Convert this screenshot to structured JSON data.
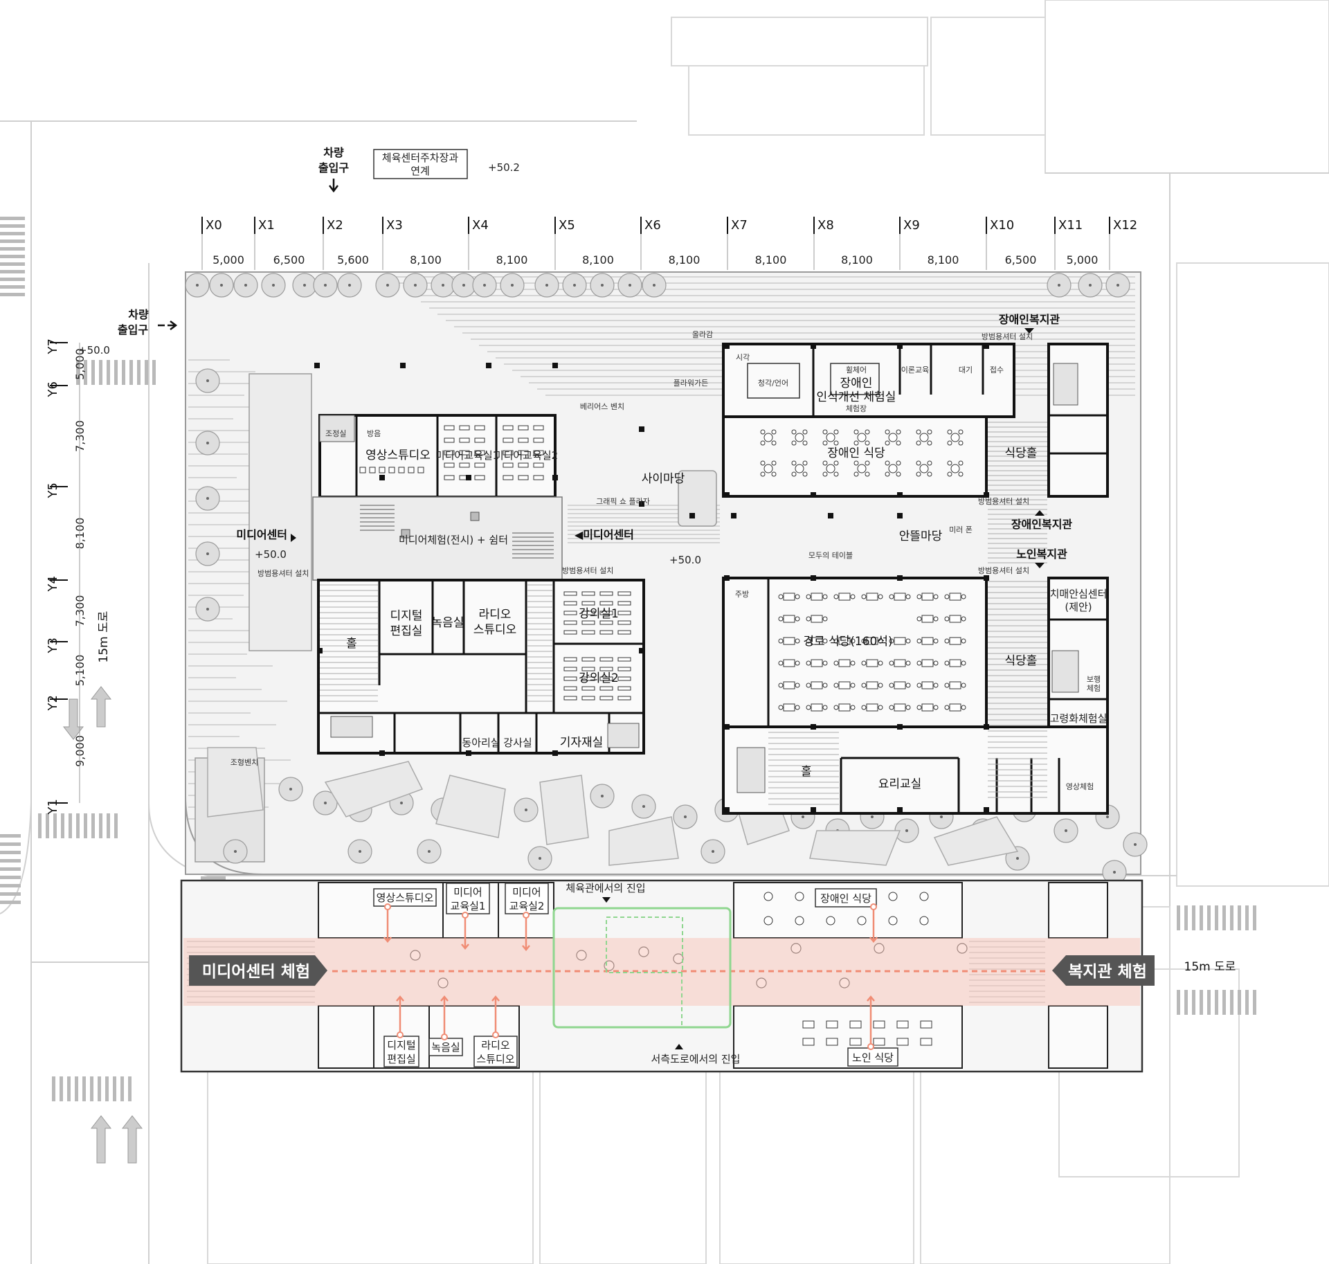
{
  "top_labels": {
    "vehicle_entrance_top": [
      "차량",
      "출입구"
    ],
    "parking_link": [
      "체육센터주차장과",
      "연계"
    ],
    "elevation_top": "+50.2"
  },
  "grid_x": {
    "labels": [
      "X0",
      "X1",
      "X2",
      "X3",
      "X4",
      "X5",
      "X6",
      "X7",
      "X8",
      "X9",
      "X10",
      "X11",
      "X12"
    ],
    "dims": [
      "5,000",
      "6,500",
      "5,600",
      "8,100",
      "8,100",
      "8,100",
      "8,100",
      "8,100",
      "8,100",
      "8,100",
      "6,500",
      "5,000"
    ]
  },
  "grid_y": {
    "labels": [
      "Y7",
      "Y6",
      "Y5",
      "Y4",
      "Y3",
      "Y2",
      "Y1"
    ],
    "dims": [
      "5,000",
      "7,300",
      "8,100",
      "7,300",
      "5,100",
      "9,000"
    ]
  },
  "side_labels": {
    "vehicle_entrance_left": [
      "차량",
      "출입구"
    ],
    "elevation_left": "+50.0",
    "road_left": "15m 도로",
    "road_right": "15m 도로"
  },
  "plan_labels": {
    "media_center_left": "미디어센터",
    "media_center_right": "◀미디어센터",
    "media_experience": "미디어체험(전시) + 쉼터",
    "elev_media": "+50.0",
    "elev_center": "+50.0",
    "crime_shutter_1": "방범용셔터 설치",
    "crime_shutter_2": "방범용셔터 설치",
    "crime_shutter_3": "방범용셔터 설치",
    "crime_shutter_4": "방범용셔터 설치",
    "crime_shutter_5": "방범용셔터 설치",
    "control_room": "조정실",
    "booth": "방음",
    "video_studio": "영상스튜디오",
    "media_class1": "미디어교육실1",
    "media_class2": "미디어교육실2",
    "digital_editing": [
      "디지털",
      "편집실"
    ],
    "recording_room": "녹음실",
    "radio_studio": [
      "라디오",
      "스튜디오"
    ],
    "lecture1": "강의실1",
    "lecture2": "강의실2",
    "hall_media": "홀",
    "club_room": "동아리실",
    "lecturer_room": "강사실",
    "press_room": "기자재실",
    "sculpture_bench": "조형벤치",
    "terrace_bench": "베리어스 벤치",
    "flower_garden": "플라워가든",
    "ramp": "올라감",
    "sai_madang": "사이마당",
    "graphic_plaza": "그래픽 쇼 플라자",
    "mirror_pond": "미러 폰",
    "everyone_table": "모두의 테이블",
    "yard": "안뜰마당",
    "disabled_welfare_top": "장애인복지관",
    "disabled_welfare_mid": "장애인복지관",
    "elderly_welfare": "노인복지관",
    "visual": "시각",
    "hearing_speech": "청각/언어",
    "wheelchair": "휠체어",
    "awareness_room": [
      "장애인",
      "인식개선 체험실"
    ],
    "experience_area": "체험장",
    "theory_class": "이론교육",
    "waiting": "대기",
    "reception": "접수",
    "disabled_dining": "장애인 식당",
    "dining_hall_1": "식당홀",
    "kitchen": "주방",
    "elderly_dining": "경로 식당(160석)",
    "dining_hall_2": "식당홀",
    "dementia_center": [
      "치매안심센터",
      "(제안)"
    ],
    "walking_exp": [
      "보행",
      "체험"
    ],
    "aging_exp": "고령화체험실",
    "hall_welfare": "홀",
    "cooking_class": "요리교실",
    "video_exp": "영상체험"
  },
  "strip": {
    "left_title": "미디어센터 체험",
    "right_title": "복지관 체험",
    "entry_gym": "체육관에서의 진입",
    "entry_west": "서측도로에서의 진입",
    "top_tags": [
      "영상스튜디오",
      "미디어\n교육실1",
      "미디어\n교육실2"
    ],
    "bottom_tags": [
      "디지털\n편집실",
      "녹음실",
      "라디오\n스튜디오"
    ],
    "disabled_dining": "장애인 식당",
    "elderly_dining": "노인 식당"
  },
  "colors": {
    "accent_band": "#f7c9bd",
    "accent_arrow": "#f08c74",
    "entry_box": "#8fd68f",
    "banner": "#555555"
  }
}
